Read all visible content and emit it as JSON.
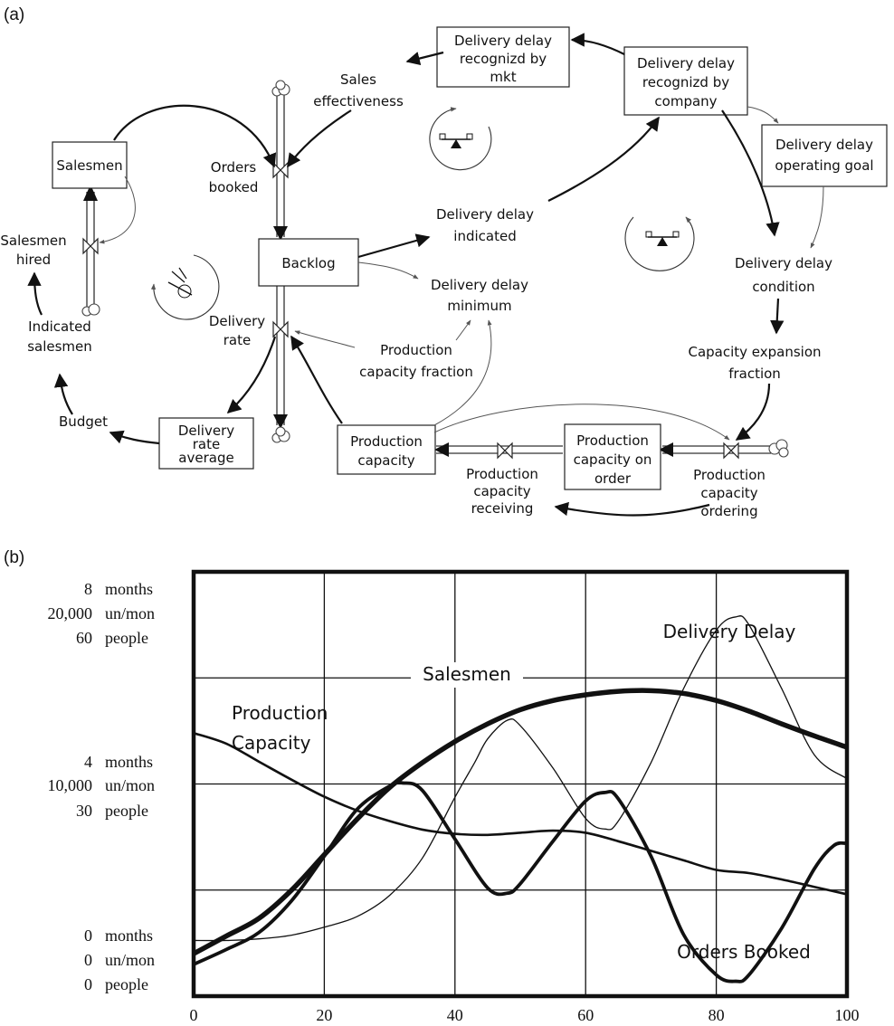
{
  "panel_a": {
    "label": "(a)",
    "stocks": {
      "salesmen": "Salesmen",
      "backlog": "Backlog",
      "delivery_rate_average": [
        "Delivery",
        "rate",
        "average"
      ],
      "production_capacity": [
        "Production",
        "capacity"
      ],
      "production_capacity_on_order": [
        "Production",
        "capacity on",
        "order"
      ],
      "delivery_delay_recognized_mkt": [
        "Delivery delay",
        "recognizd by",
        "mkt"
      ],
      "delivery_delay_recognized_company": [
        "Delivery delay",
        "recognizd by",
        "company"
      ],
      "delivery_delay_operating_goal": [
        "Delivery delay",
        "operating goal"
      ]
    },
    "variables": {
      "sales_effectiveness": [
        "Sales",
        "effectiveness"
      ],
      "orders_booked": [
        "Orders",
        "booked"
      ],
      "salesmen_hired": [
        "Salesmen",
        "hired"
      ],
      "indicated_salesmen": [
        "Indicated",
        "salesmen"
      ],
      "budget": "Budget",
      "delivery_rate": [
        "Delivery",
        "rate"
      ],
      "delivery_delay_indicated": [
        "Delivery delay",
        "indicated"
      ],
      "delivery_delay_minimum": [
        "Delivery delay",
        "minimum"
      ],
      "production_capacity_fraction": [
        "Production",
        "capacity fraction"
      ],
      "delivery_delay_condition": [
        "Delivery delay",
        "condition"
      ],
      "capacity_expansion_fraction": [
        "Capacity expansion",
        "fraction"
      ],
      "production_capacity_receiving": [
        "Production",
        "capacity",
        "receiving"
      ],
      "production_capacity_ordering": [
        "Production",
        "capacity",
        "ordering"
      ]
    },
    "loop_icons": [
      "balance-icon",
      "balance-icon",
      "reinforcing-snowball-icon"
    ]
  },
  "panel_b": {
    "label": "(b)",
    "y_ticks_top": [
      "8",
      "20,000",
      "60"
    ],
    "y_ticks_mid": [
      "4",
      "10,000",
      "30"
    ],
    "y_ticks_bottom": [
      "0",
      "0",
      "0"
    ],
    "y_units": [
      "months",
      "un/mon",
      "people"
    ]
  },
  "chart_data": {
    "type": "line",
    "x_ticks": [
      "0",
      "20",
      "40",
      "60",
      "80",
      "100"
    ],
    "xlim": [
      0,
      100
    ],
    "ylim_units": {
      "months": [
        0,
        8
      ],
      "un/mon": [
        0,
        20000
      ],
      "people": [
        0,
        60
      ]
    },
    "grid": true,
    "series": [
      {
        "name": "Salesmen",
        "unit": "people",
        "x": [
          0,
          5,
          10,
          15,
          20,
          25,
          30,
          35,
          40,
          45,
          50,
          55,
          60,
          65,
          70,
          75,
          80,
          85,
          90,
          95,
          100
        ],
        "values": [
          6,
          8.5,
          11,
          15,
          20,
          25,
          29.5,
          33,
          36,
          38.5,
          40.5,
          41.8,
          42.6,
          43.1,
          43.2,
          42.8,
          41.8,
          40.3,
          38.5,
          36.8,
          35.2
        ]
      },
      {
        "name": "Delivery Delay",
        "unit": "months",
        "x": [
          0,
          5,
          10,
          15,
          20,
          25,
          30,
          35,
          40,
          43,
          45,
          48,
          50,
          55,
          60,
          63,
          65,
          70,
          75,
          80,
          83,
          85,
          90,
          95,
          100
        ],
        "values": [
          1.05,
          1.05,
          1.08,
          1.15,
          1.3,
          1.5,
          1.9,
          2.6,
          3.75,
          4.4,
          4.85,
          5.2,
          5.1,
          4.3,
          3.35,
          3.15,
          3.3,
          4.4,
          5.8,
          6.9,
          7.15,
          7.0,
          5.8,
          4.55,
          4.1
        ]
      },
      {
        "name": "Production Capacity",
        "unit": "un/mon",
        "x": [
          0,
          5,
          10,
          15,
          20,
          25,
          30,
          35,
          40,
          45,
          50,
          55,
          60,
          65,
          70,
          75,
          80,
          85,
          90,
          95,
          100
        ],
        "values": [
          12400,
          11900,
          11050,
          10200,
          9400,
          8750,
          8250,
          7850,
          7650,
          7600,
          7700,
          7800,
          7700,
          7300,
          6850,
          6400,
          5950,
          5800,
          5500,
          5150,
          4800
        ]
      },
      {
        "name": "Orders Booked",
        "unit": "un/mon",
        "x": [
          0,
          5,
          10,
          15,
          20,
          25,
          30,
          32,
          35,
          40,
          45,
          48,
          50,
          55,
          60,
          63,
          65,
          70,
          75,
          80,
          83,
          85,
          90,
          95,
          98,
          100
        ],
        "values": [
          1500,
          2200,
          3000,
          4500,
          6600,
          8800,
          9900,
          10050,
          9700,
          7400,
          5100,
          4850,
          5300,
          7300,
          9200,
          9600,
          9300,
          6600,
          2900,
          1000,
          700,
          1000,
          3200,
          6000,
          7100,
          7200
        ]
      }
    ],
    "annotations": [
      "Salesmen",
      "Delivery Delay",
      "Production Capacity",
      "Orders Booked"
    ]
  }
}
